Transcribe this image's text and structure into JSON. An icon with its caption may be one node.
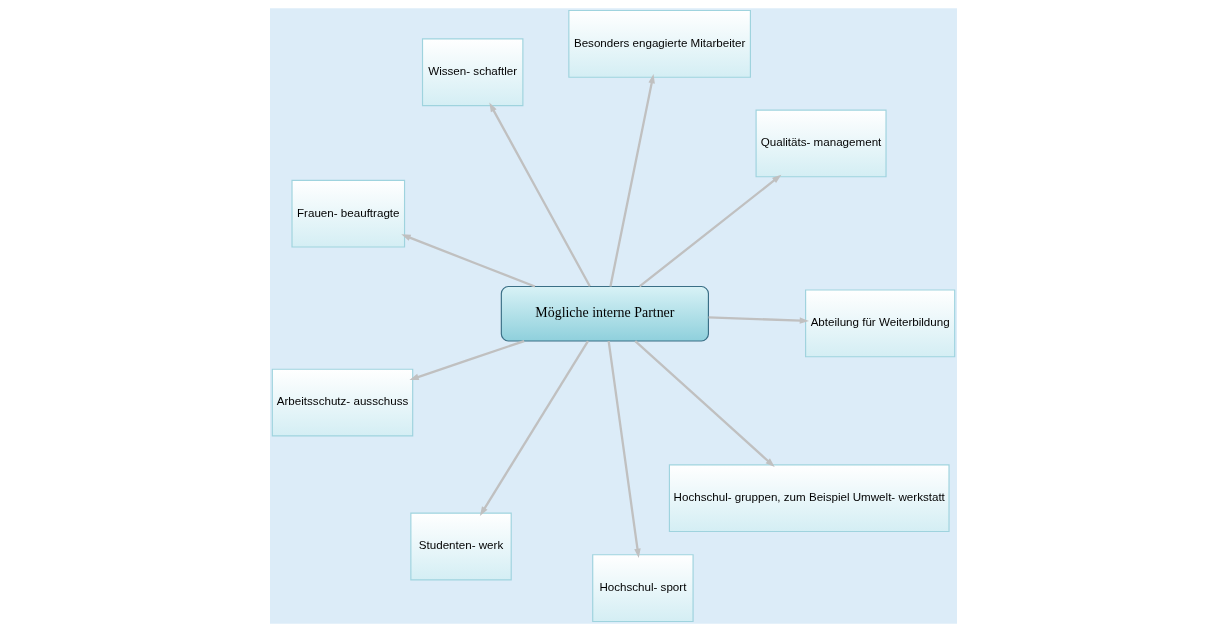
{
  "diagram": {
    "nodes": [
      {
        "text": [
          "Frauen- beauftragte"
        ]
      },
      {
        "text": [
          "Qualitäts- management"
        ]
      },
      {
        "text": [
          "Hochschul- sport"
        ]
      },
      {
        "text": [
          "Besonders engagierte Mitarbeiter"
        ]
      },
      {
        "text": [
          "Mögliche interne Partner"
        ]
      },
      {
        "text": [
          "Wissen- schaftler"
        ]
      },
      {
        "text": [
          "Arbeitsschutz- ausschuss"
        ]
      },
      {
        "text": [
          "Abteilung für Weiterbildung"
        ]
      },
      {
        "text": [
          "Studenten- werk"
        ]
      },
      {
        "text": [
          "Hochschul- gruppen, zum Beispiel Umwelt- werkstatt"
        ]
      }
    ],
    "edges": [
      {
        "from": 4,
        "to": 0,
        "arrow": "to"
      },
      {
        "from": 4,
        "to": 1,
        "arrow": "to"
      },
      {
        "from": 4,
        "to": 2,
        "arrow": "to"
      },
      {
        "from": 4,
        "to": 3,
        "arrow": "to"
      },
      {
        "from": 4,
        "to": 5,
        "arrow": "to"
      },
      {
        "from": 4,
        "to": 6,
        "arrow": "to"
      },
      {
        "from": 4,
        "to": 7,
        "arrow": "to"
      },
      {
        "from": 4,
        "to": 8,
        "arrow": "to"
      },
      {
        "from": 4,
        "to": 9,
        "arrow": "to"
      }
    ]
  }
}
